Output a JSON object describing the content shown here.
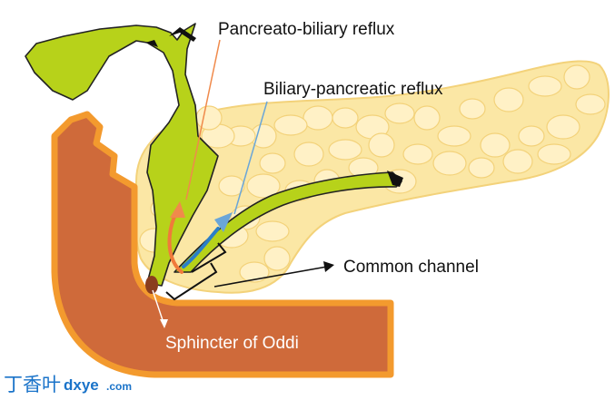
{
  "labels": {
    "pancreato_biliary": "Pancreato-biliary reflux",
    "biliary_pancreatic": "Biliary-pancreatic reflux",
    "common_channel": "Common channel",
    "sphincter": "Sphincter of Oddi"
  },
  "watermark": {
    "chinese": "丁香叶",
    "site": "dxye",
    "suffix": ".com"
  },
  "colors": {
    "duodenum_fill": "#cf6a3a",
    "duodenum_border": "#f39a2e",
    "pancreas_fill": "#fbe7a5",
    "pancreas_lobule": "#fff1c6",
    "gallbladder_fill": "#b7d21a",
    "pancreato_biliary_arrow": "#f08a4b",
    "biliary_pancreatic_arrow": "#6aa6d8",
    "sphincter": "#8a3d1e"
  }
}
